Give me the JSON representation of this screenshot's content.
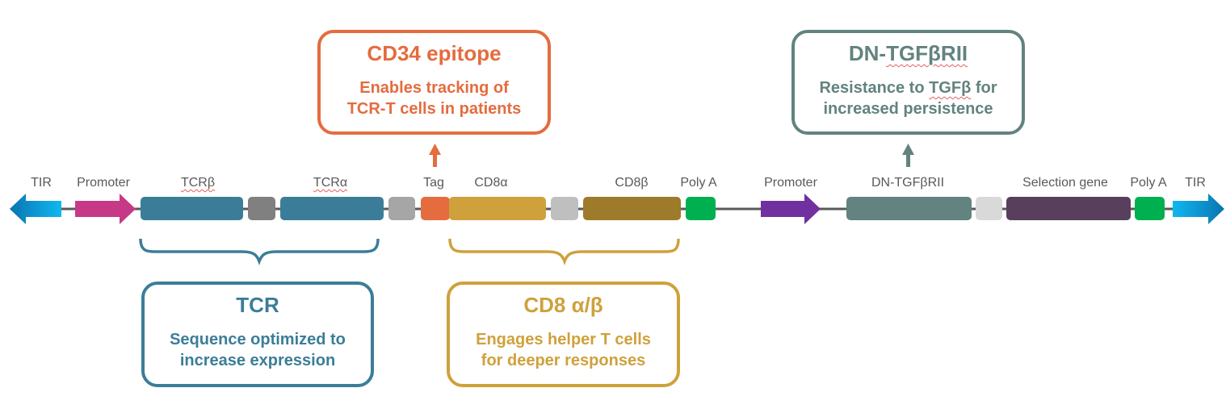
{
  "colors": {
    "backbone": "#595959",
    "tir": "#0ea5d9",
    "promoter1": "#c63986",
    "tcr": "#3b7d98",
    "linker_dark": "#808080",
    "linker_mid": "#a6a6a6",
    "linker_light": "#bfbfbf",
    "linker_lightest": "#d9d9d9",
    "tag": "#e46c3e",
    "cd8a": "#cfa13c",
    "cd8b": "#9e7a2b",
    "polya": "#00b050",
    "promoter2": "#7030a0",
    "dntgf": "#62837f",
    "selection": "#583f5c"
  },
  "labels": {
    "tir_left": "TIR",
    "promoter_left": "Promoter",
    "tcr_beta": "TCRβ",
    "tcr_alpha": "TCRα",
    "tag": "Tag",
    "cd8_alpha": "CD8α",
    "cd8_beta": "CD8β",
    "polya_1": "Poly A",
    "promoter_right": "Promoter",
    "dn_tgf": "DN-TGFβRII",
    "selection_gene": "Selection gene",
    "polya_2": "Poly A",
    "tir_right": "TIR"
  },
  "callouts": {
    "cd34": {
      "title": "CD34 epitope",
      "line1": "Enables tracking of",
      "line2": "TCR-T cells in patients"
    },
    "dntgf": {
      "title_prefix": "DN-",
      "title_spell": "TGFβRII",
      "line1_prefix": "Resistance to ",
      "line1_spell": "TGFβ",
      "line1_suffix": " for",
      "line2": "increased persistence"
    },
    "tcr": {
      "title": "TCR",
      "line1": "Sequence optimized to",
      "line2": "increase expression"
    },
    "cd8": {
      "title": "CD8 α/β",
      "line1": "Engages helper T cells",
      "line2": "for deeper responses"
    }
  }
}
